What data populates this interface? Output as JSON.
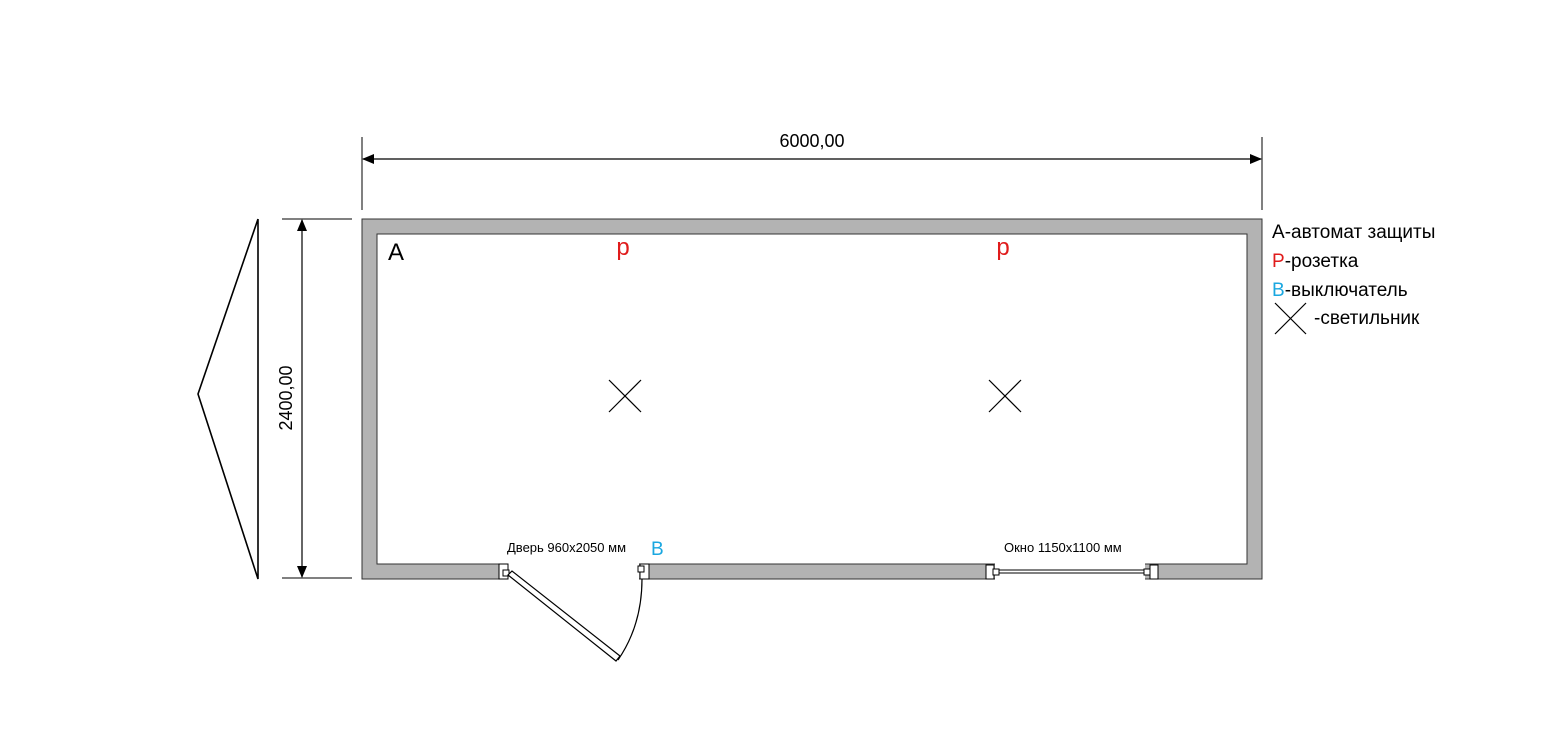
{
  "dimensions": {
    "width_label": "6000,00",
    "height_label": "2400,00"
  },
  "room": {
    "breaker_symbol": "A",
    "outlet_symbol": "р",
    "switch_symbol": "В",
    "door_label": "Дверь 960х2050 мм",
    "window_label": "Окно 1150х1100 мм"
  },
  "legend": {
    "breaker_key": "А",
    "breaker_text": "-автомат защиты",
    "outlet_key": "Р",
    "outlet_text": "-розетка",
    "switch_key": "В",
    "switch_text": "-выключатель",
    "light_text": "-светильник"
  },
  "colors": {
    "wall": "#b3b3b3",
    "outlet": "#e01b1b",
    "switch": "#1aa7e0",
    "line": "#000000"
  }
}
